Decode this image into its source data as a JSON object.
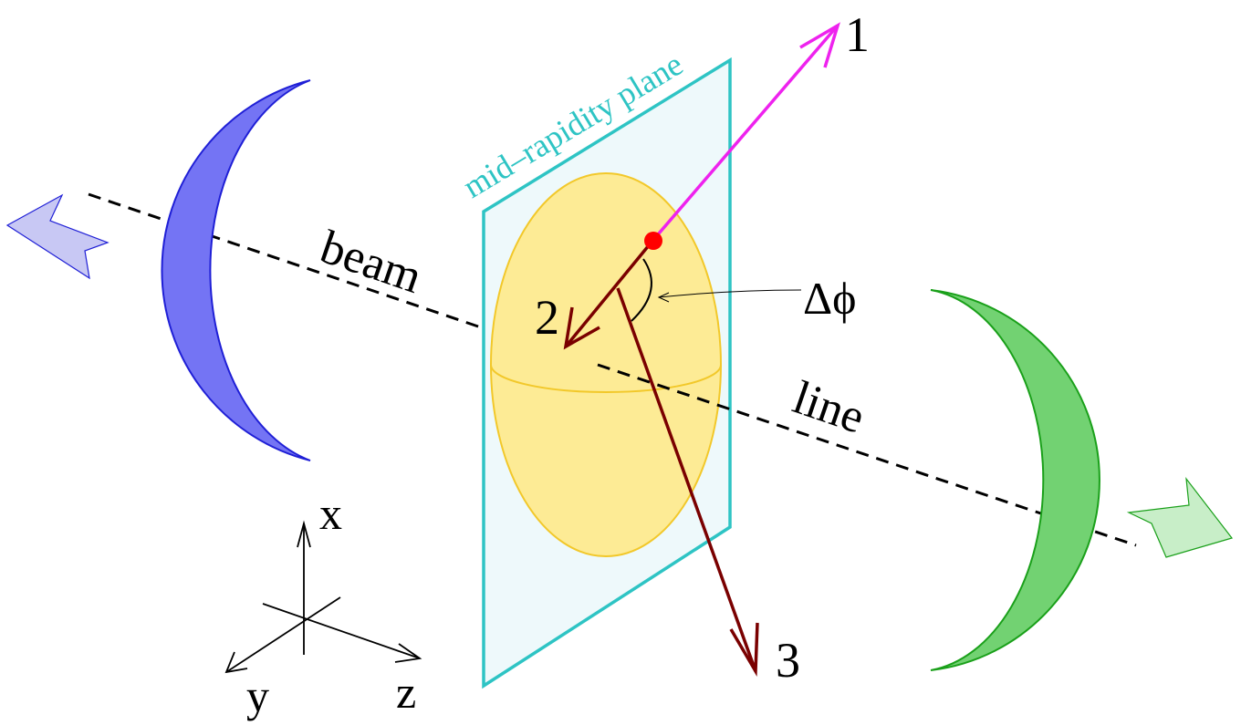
{
  "labels": {
    "plane": "mid–rapidity plane",
    "beam": "beam",
    "line": "line",
    "delta_phi": "Δϕ",
    "particle_1": "1",
    "particle_2": "2",
    "particle_3": "3",
    "axis_x": "x",
    "axis_y": "y",
    "axis_z": "z"
  },
  "colors": {
    "plane_stroke": "#2ec4c4",
    "plane_fill": "#eef9fb",
    "plane_label": "#2ec4c4",
    "fireball_fill": "#fdeb95",
    "fireball_stroke": "#f2c82a",
    "nucleus_left_fill": "#7474f4",
    "nucleus_left_stroke": "#1f1fd6",
    "nucleus_right_fill": "#72d272",
    "nucleus_right_stroke": "#1aa01a",
    "beam_arrow_left": "#c8c8f4",
    "beam_arrow_right": "#c8eec8",
    "particle_1": "#ee22ee",
    "particle_2_3": "#7a0000",
    "vertex": "#ff0000",
    "beam_line": "#000000"
  }
}
